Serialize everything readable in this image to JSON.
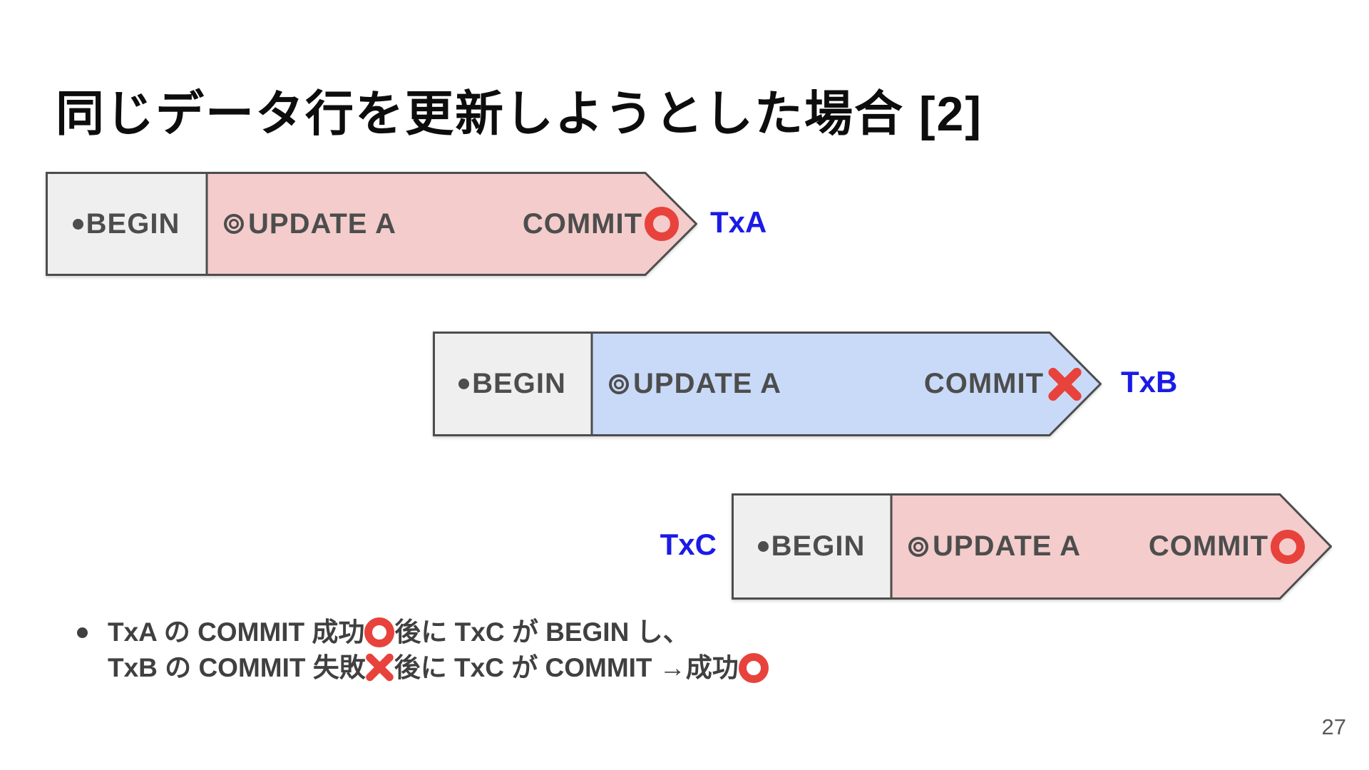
{
  "slide": {
    "title": "同じデータ行を更新しようとした場合 [2]",
    "page_number": "27"
  },
  "colors": {
    "pink_fill": "#f4cccc",
    "blue_fill": "#c9daf8",
    "gray_fill": "#efefef",
    "shape_border": "#4d4d4d",
    "shape_text": "#4d4d4d",
    "tx_label_blue": "#1b1be6",
    "mark_red": "#e8423c",
    "body_text": "#404040"
  },
  "icons": {
    "begin_dot": "●",
    "update_bullseye": "◎",
    "success_circle": "⭕",
    "failure_cross": "❌"
  },
  "arrows": [
    {
      "label": "TxA",
      "begin": "BEGIN",
      "update": "UPDATE A",
      "commit": "COMMIT",
      "result": "success",
      "fill": "#f4cccc"
    },
    {
      "label": "TxB",
      "begin": "BEGIN",
      "update": "UPDATE A",
      "commit": "COMMIT",
      "result": "failure",
      "fill": "#c9daf8"
    },
    {
      "label": "TxC",
      "begin": "BEGIN",
      "update": "UPDATE A",
      "commit": "COMMIT",
      "result": "success",
      "fill": "#f4cccc"
    }
  ],
  "bullet": {
    "line1_pre": "TxA の COMMIT 成功",
    "line1_post": "後に TxC が BEGIN し、",
    "line2_pre": "TxB の COMMIT 失敗",
    "line2_mid": "後に TxC が COMMIT →成功"
  }
}
